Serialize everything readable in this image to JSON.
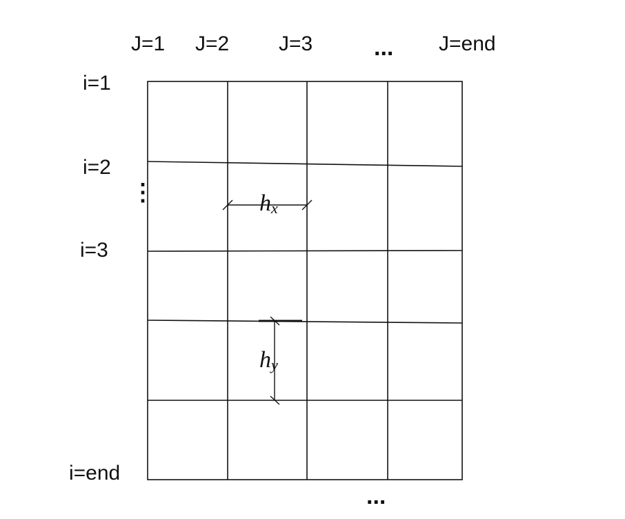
{
  "columns": {
    "j1": "J=1",
    "j2": "J=2",
    "j3": "J=3",
    "ellipsis": "...",
    "jend": "J=end"
  },
  "rows": {
    "i1": "i=1",
    "i2": "i=2",
    "ellipsis": "⋮",
    "i3": "i=3",
    "iend": "i=end"
  },
  "spacing": {
    "hx_base": "h",
    "hx_sub": "x",
    "hy_base": "h",
    "hy_sub": "y"
  },
  "bottom_ellipsis": "...",
  "colors": {
    "ink": "#111111",
    "background": "#ffffff"
  }
}
